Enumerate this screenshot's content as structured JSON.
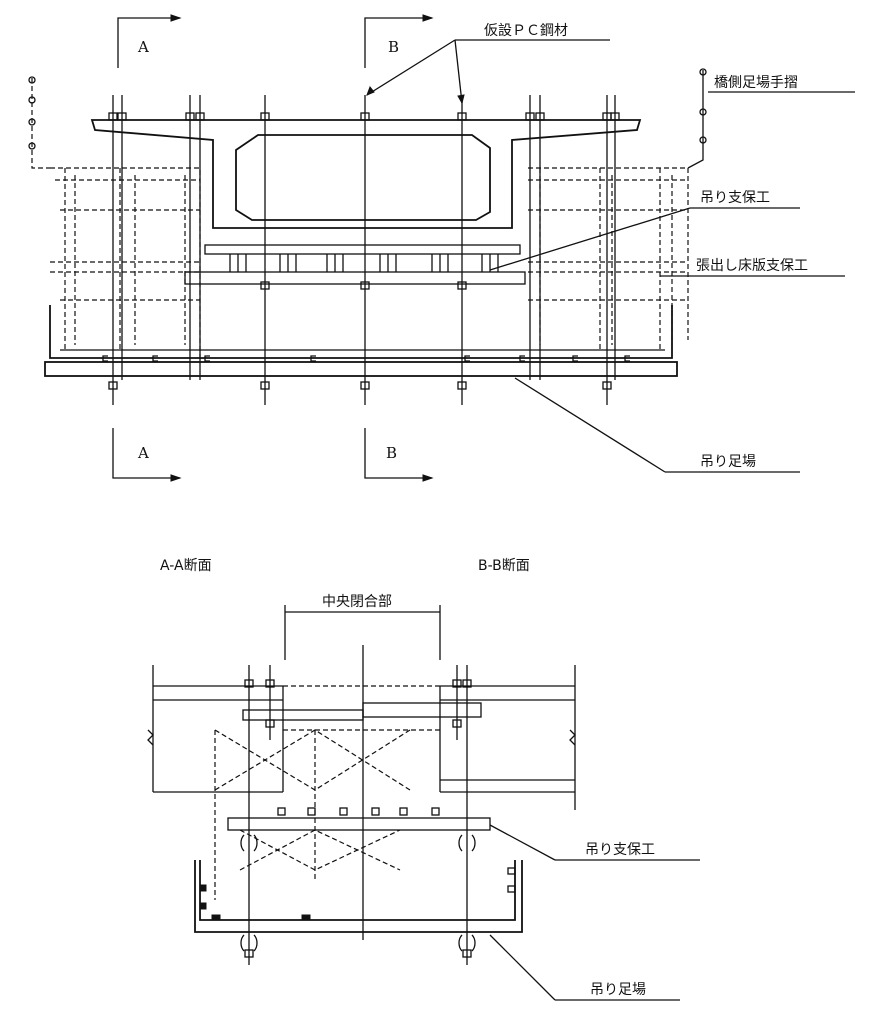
{
  "section_markers": {
    "a_top": "A",
    "b_top": "B",
    "a_bottom": "A",
    "b_bottom": "B"
  },
  "labels": {
    "temp_pc_steel": "仮設ＰＣ鋼材",
    "bridge_handrail": "橋側足場手摺",
    "hanging_support_top": "吊り支保工",
    "cantilever_slab_support": "張出し床版支保工",
    "hanging_scaffold_top": "吊り足場",
    "section_aa": "A-A断面",
    "section_bb": "B-B断面",
    "central_closure": "中央閉合部",
    "hanging_support_bottom": "吊り支保工",
    "hanging_scaffold_bottom": "吊り足場"
  }
}
